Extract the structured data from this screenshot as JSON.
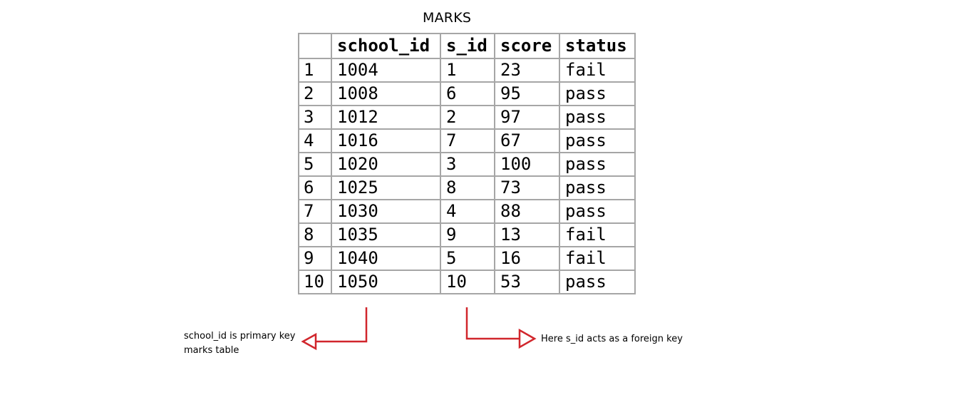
{
  "title": "MARKS",
  "table": {
    "headers": [
      "",
      "school_id",
      "s_id",
      "score",
      "status"
    ],
    "rows": [
      [
        "1",
        "1004",
        "1",
        "23",
        "fail"
      ],
      [
        "2",
        "1008",
        "6",
        "95",
        "pass"
      ],
      [
        "3",
        "1012",
        "2",
        "97",
        "pass"
      ],
      [
        "4",
        "1016",
        "7",
        "67",
        "pass"
      ],
      [
        "5",
        "1020",
        "3",
        "100",
        "pass"
      ],
      [
        "6",
        "1025",
        "8",
        "73",
        "pass"
      ],
      [
        "7",
        "1030",
        "4",
        "88",
        "pass"
      ],
      [
        "8",
        "1035",
        "9",
        "13",
        "fail"
      ],
      [
        "9",
        "1040",
        "5",
        "16",
        "fail"
      ],
      [
        "10",
        "1050",
        "10",
        "53",
        "pass"
      ]
    ]
  },
  "annotations": {
    "primary_key_line1": "school_id is primary key",
    "primary_key_line2": "marks table",
    "foreign_key": "Here s_id acts as a foreign key"
  },
  "colors": {
    "arrow": "#d1262c",
    "grid": "#a6a6a6"
  }
}
